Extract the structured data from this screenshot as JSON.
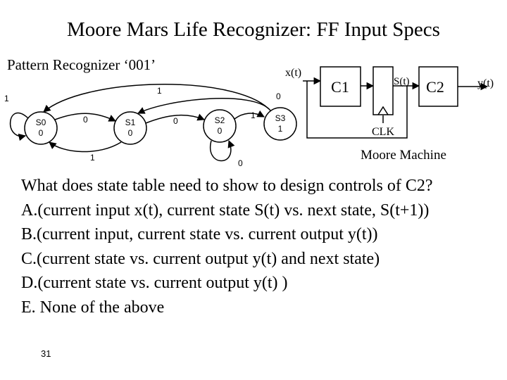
{
  "title": "Moore Mars Life Recognizer: FF Input Specs",
  "subtitle": "Pattern Recognizer ‘001’",
  "state_diagram": {
    "states": [
      {
        "name": "S0",
        "output": "0"
      },
      {
        "name": "S1",
        "output": "0"
      },
      {
        "name": "S2",
        "output": "0"
      },
      {
        "name": "S3",
        "output": "1"
      }
    ],
    "transitions": [
      {
        "from": "S0",
        "to": "S0",
        "label": "1"
      },
      {
        "from": "S0",
        "to": "S1",
        "label": "0"
      },
      {
        "from": "S1",
        "to": "S0",
        "label": "1"
      },
      {
        "from": "S1",
        "to": "S2",
        "label": "0"
      },
      {
        "from": "S2",
        "to": "S2",
        "label": "0"
      },
      {
        "from": "S2",
        "to": "S3",
        "label": "1"
      },
      {
        "from": "S3",
        "to": "S1",
        "label": "0"
      },
      {
        "from": "S3",
        "to": "S0",
        "label": "1"
      }
    ]
  },
  "machine": {
    "input": "x(t)",
    "block1": "C1",
    "block2": "C2",
    "state_signal": "S(t)",
    "output": "y(t)",
    "clock": "CLK",
    "caption": "Moore Machine"
  },
  "question": "What does state table need to show to design controls of C2?",
  "options": [
    "A.(current input x(t), current state S(t) vs. next state, S(t+1))",
    "B.(current input, current state vs. current output y(t))",
    "C.(current state vs. current output y(t) and next state)",
    "D.(current state vs. current output y(t) )",
    "E. None of the above"
  ],
  "page_number": "31"
}
